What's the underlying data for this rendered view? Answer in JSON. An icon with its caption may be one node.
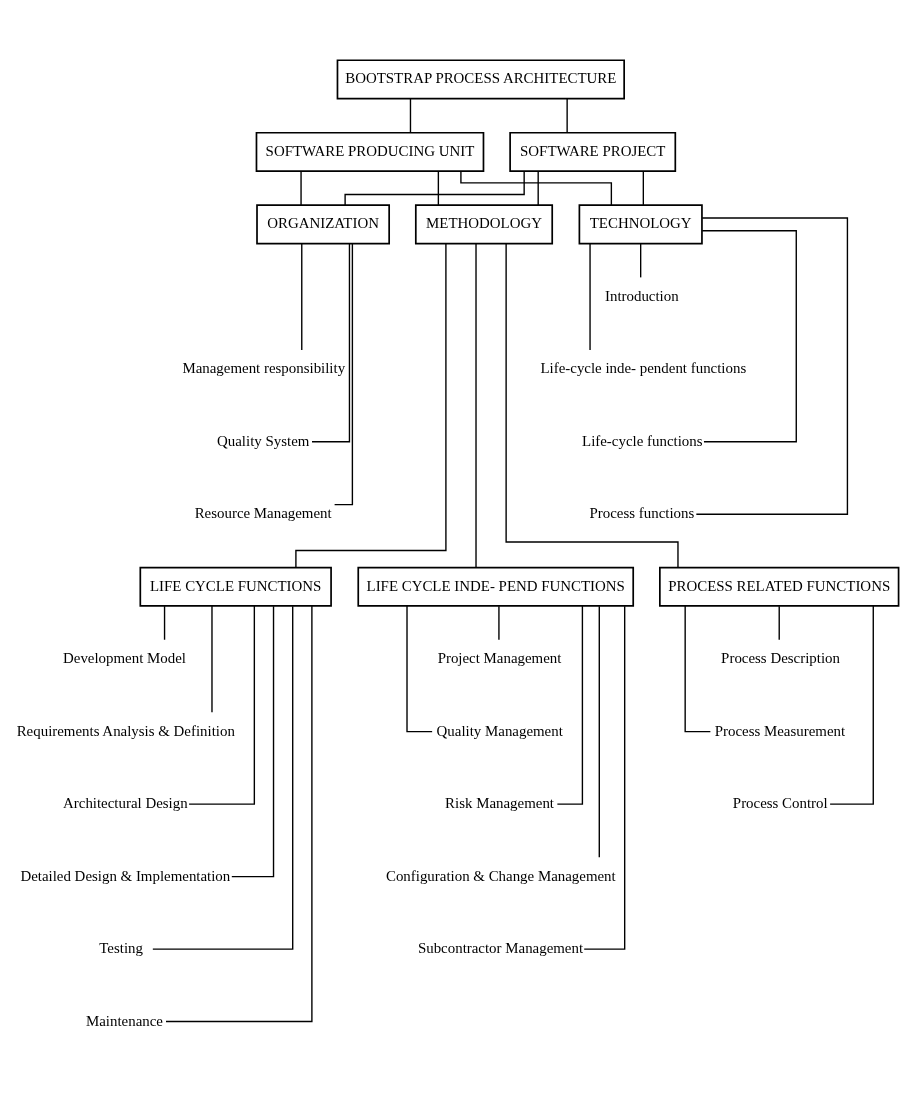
{
  "diagram": {
    "nodes": [
      {
        "text": [
          "BOOTSTRAP PROCESS ARCHITECTURE"
        ]
      },
      {
        "text": [
          "SOFTWARE PRODUCING UNIT"
        ]
      },
      {
        "text": [
          "SOFTWARE PROJECT"
        ]
      },
      {
        "text": [
          "ORGANIZATION"
        ]
      },
      {
        "text": [
          "METHODOLOGY"
        ]
      },
      {
        "text": [
          "TECHNOLOGY"
        ]
      },
      {
        "text": [
          "Management responsibility"
        ]
      },
      {
        "text": [
          "Quality System"
        ]
      },
      {
        "text": [
          "Resource Management"
        ]
      },
      {
        "text": [
          "Introduction"
        ]
      },
      {
        "text": [
          "Life-cycle inde- pendent functions"
        ]
      },
      {
        "text": [
          "Life-cycle functions"
        ]
      },
      {
        "text": [
          "Process functions"
        ]
      },
      {
        "text": [
          "LIFE CYCLE FUNCTIONS"
        ]
      },
      {
        "text": [
          "LIFE CYCLE INDE- PEND FUNCTIONS"
        ]
      },
      {
        "text": [
          "PROCESS RELATED FUNCTIONS"
        ]
      },
      {
        "text": [
          "Development Model"
        ]
      },
      {
        "text": [
          "Requirements Analysis & Definition"
        ]
      },
      {
        "text": [
          "Architectural Design"
        ]
      },
      {
        "text": [
          "Detailed Design & Implementation"
        ]
      },
      {
        "text": [
          "Testing"
        ]
      },
      {
        "text": [
          "Maintenance"
        ]
      },
      {
        "text": [
          "Project Management"
        ]
      },
      {
        "text": [
          "Quality Management"
        ]
      },
      {
        "text": [
          "Risk Management"
        ]
      },
      {
        "text": [
          "Configuration & Change Management"
        ]
      },
      {
        "text": [
          "Subcontractor Management"
        ]
      },
      {
        "text": [
          "Process Description"
        ]
      },
      {
        "text": [
          "Process Measurement"
        ]
      },
      {
        "text": [
          "Process Control"
        ]
      }
    ],
    "edges": [
      {
        "from": 0,
        "to": 1,
        "arrow": "none"
      },
      {
        "from": 0,
        "to": 2,
        "arrow": "none"
      },
      {
        "from": 1,
        "to": 3,
        "arrow": "none"
      },
      {
        "from": 1,
        "to": 4,
        "arrow": "none"
      },
      {
        "from": 1,
        "to": 5,
        "arrow": "none"
      },
      {
        "from": 2,
        "to": 3,
        "arrow": "none"
      },
      {
        "from": 2,
        "to": 4,
        "arrow": "none"
      },
      {
        "from": 2,
        "to": 5,
        "arrow": "none"
      },
      {
        "from": 3,
        "to": 6,
        "arrow": "none"
      },
      {
        "from": 3,
        "to": 7,
        "arrow": "none"
      },
      {
        "from": 3,
        "to": 8,
        "arrow": "none"
      },
      {
        "from": 5,
        "to": 9,
        "arrow": "none"
      },
      {
        "from": 5,
        "to": 10,
        "arrow": "none"
      },
      {
        "from": 5,
        "to": 11,
        "arrow": "none"
      },
      {
        "from": 5,
        "to": 12,
        "arrow": "none"
      },
      {
        "from": 4,
        "to": 13,
        "arrow": "none"
      },
      {
        "from": 4,
        "to": 14,
        "arrow": "none"
      },
      {
        "from": 4,
        "to": 15,
        "arrow": "none"
      },
      {
        "from": 13,
        "to": 16,
        "arrow": "none"
      },
      {
        "from": 13,
        "to": 17,
        "arrow": "none"
      },
      {
        "from": 13,
        "to": 18,
        "arrow": "none"
      },
      {
        "from": 13,
        "to": 19,
        "arrow": "none"
      },
      {
        "from": 13,
        "to": 20,
        "arrow": "none"
      },
      {
        "from": 13,
        "to": 21,
        "arrow": "none"
      },
      {
        "from": 14,
        "to": 22,
        "arrow": "none"
      },
      {
        "from": 14,
        "to": 23,
        "arrow": "none"
      },
      {
        "from": 14,
        "to": 24,
        "arrow": "none"
      },
      {
        "from": 14,
        "to": 25,
        "arrow": "none"
      },
      {
        "from": 14,
        "to": 26,
        "arrow": "none"
      },
      {
        "from": 15,
        "to": 27,
        "arrow": "none"
      },
      {
        "from": 15,
        "to": 28,
        "arrow": "none"
      },
      {
        "from": 15,
        "to": 29,
        "arrow": "none"
      }
    ]
  }
}
